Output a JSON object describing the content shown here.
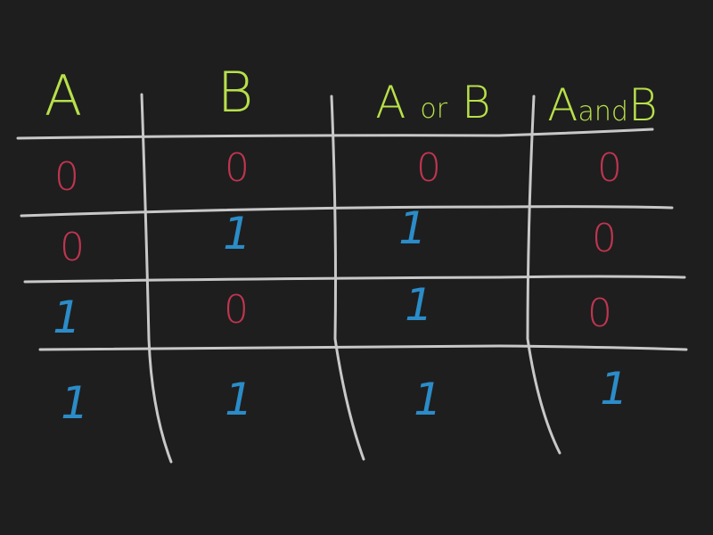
{
  "colors": {
    "background": "#1e1e1e",
    "grid": "#c8c8c8",
    "header": "#b8e04a",
    "zero": "#c03550",
    "one": "#2b8cc8"
  },
  "headers": {
    "a": "A",
    "b": "B",
    "or": {
      "left": "A",
      "mid": "or",
      "right": "B"
    },
    "and": {
      "left": "A",
      "mid": "and",
      "right": "B"
    }
  },
  "rows": [
    [
      "0",
      "0",
      "0",
      "0"
    ],
    [
      "0",
      "1",
      "1",
      "0"
    ],
    [
      "1",
      "0",
      "1",
      "0"
    ],
    [
      "1",
      "1",
      "1",
      "1"
    ]
  ]
}
